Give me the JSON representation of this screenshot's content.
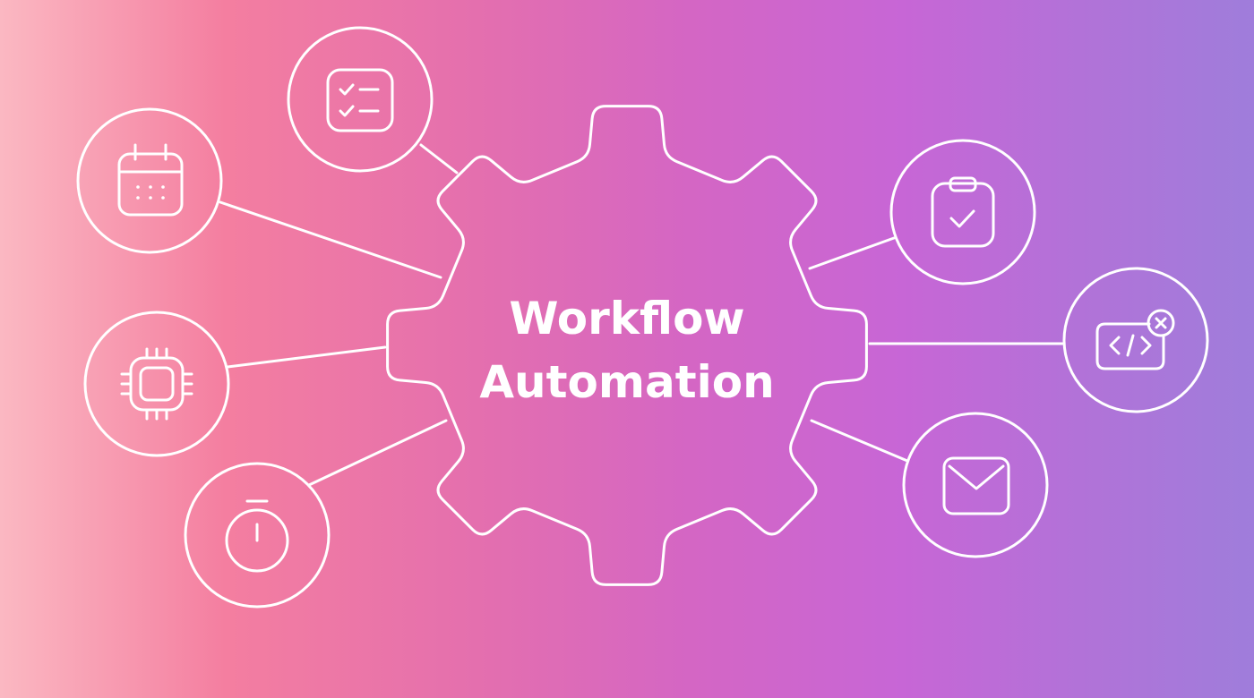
{
  "title_lines": [
    "Workflow",
    "Automation"
  ],
  "colors": {
    "stroke": "#ffffff",
    "gradient_start": "#fbb8c2",
    "gradient_mid": "#d466c4",
    "gradient_end": "#9f7ddb"
  },
  "nodes": [
    {
      "id": "checklist",
      "icon": "checklist-icon"
    },
    {
      "id": "calendar",
      "icon": "calendar-icon"
    },
    {
      "id": "chip",
      "icon": "chip-icon"
    },
    {
      "id": "stopwatch",
      "icon": "stopwatch-icon"
    },
    {
      "id": "clipboard",
      "icon": "clipboard-check-icon"
    },
    {
      "id": "code",
      "icon": "code-error-icon"
    },
    {
      "id": "mail",
      "icon": "mail-icon"
    }
  ]
}
